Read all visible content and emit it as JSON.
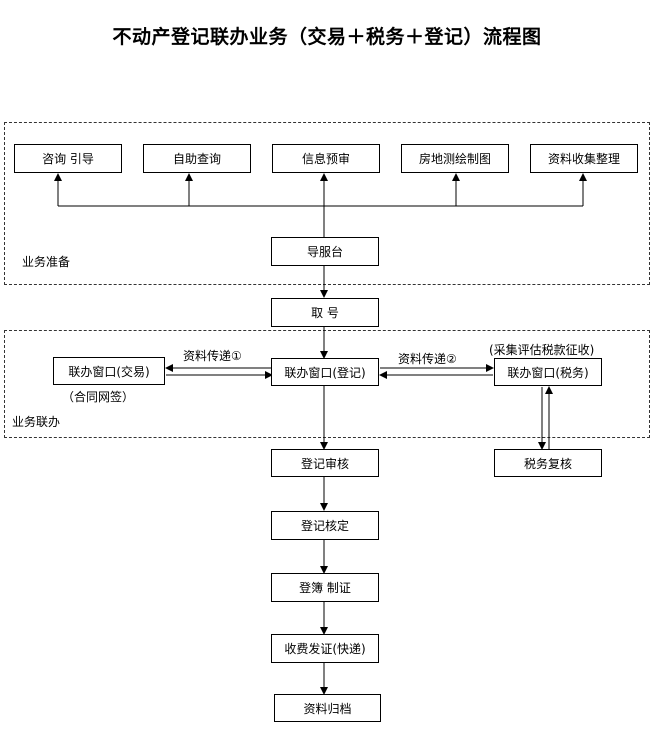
{
  "title": "不动产登记联办业务（交易＋税务＋登记）流程图",
  "regions": {
    "prep_label": "业务准备",
    "joint_label": "业务联办"
  },
  "prep_boxes": [
    "咨询 引导",
    "自助查询",
    "信息预审",
    "房地测绘制图",
    "资料收集整理"
  ],
  "guide_desk": "导服台",
  "take_number": "取  号",
  "windows": {
    "trade": "联办窗口(交易)",
    "trade_note": "（合同网签）",
    "register": "联办窗口(登记)",
    "tax": "联办窗口(税务)",
    "tax_note": "(采集评估税款征收)",
    "transfer1": "资料传递①",
    "transfer2": "资料传递②",
    "tax_review": "税务复核"
  },
  "steps": [
    "登记审核",
    "登记核定",
    "登簿  制证",
    "收费发证(快递)",
    "资料归档"
  ]
}
